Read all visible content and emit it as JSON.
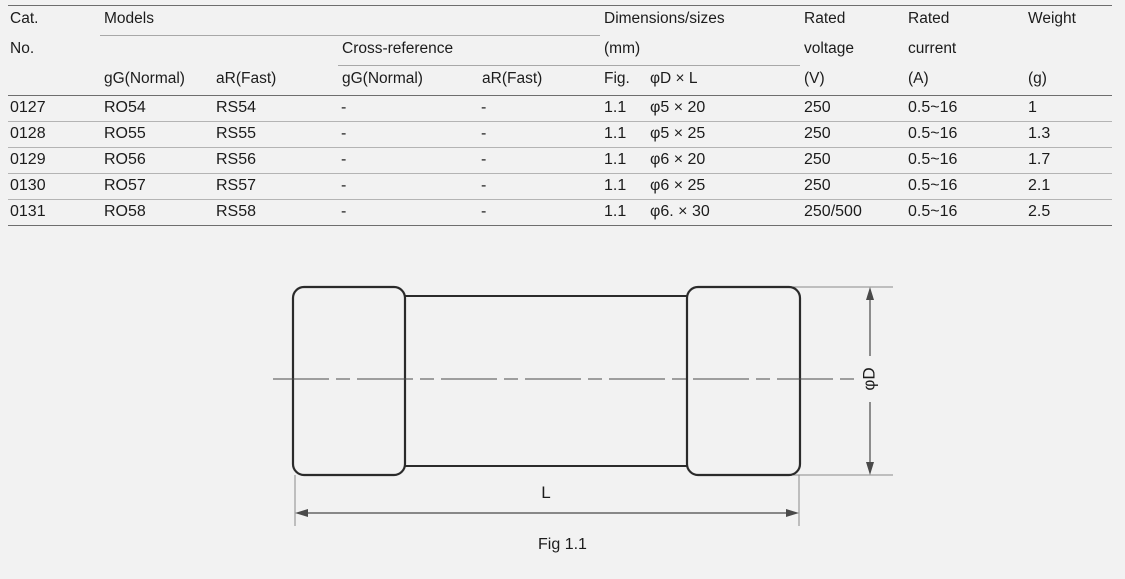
{
  "table": {
    "header": {
      "cat_no_line1": "Cat.",
      "cat_no_line2": "No.",
      "models": "Models",
      "cross_reference": "Cross-reference",
      "models_gg": "gG(Normal)",
      "models_ar": "aR(Fast)",
      "xref_gg": "gG(Normal)",
      "xref_ar": "aR(Fast)",
      "dimensions_line1": "Dimensions/sizes",
      "dimensions_line2": "(mm)",
      "fig": "Fig.",
      "dim_spec": "φD × L",
      "rated_voltage_line1": "Rated",
      "rated_voltage_line2": "voltage",
      "rated_voltage_unit": "(V)",
      "rated_current_line1": "Rated",
      "rated_current_line2": "current",
      "rated_current_unit": "(A)",
      "weight_line1": "Weight",
      "weight_unit": "(g)"
    },
    "rows": [
      {
        "cat_no": "0127",
        "models_gg": "RO54",
        "models_ar": "RS54",
        "xref_gg": "-",
        "xref_ar": "-",
        "fig": "1.1",
        "dim": "φ5 × 20",
        "voltage": "250",
        "current": "0.5~16",
        "weight": "1"
      },
      {
        "cat_no": "0128",
        "models_gg": "RO55",
        "models_ar": "RS55",
        "xref_gg": "-",
        "xref_ar": "-",
        "fig": "1.1",
        "dim": "φ5 × 25",
        "voltage": "250",
        "current": "0.5~16",
        "weight": "1.3"
      },
      {
        "cat_no": "0129",
        "models_gg": "RO56",
        "models_ar": "RS56",
        "xref_gg": "-",
        "xref_ar": "-",
        "fig": "1.1",
        "dim": "φ6 × 20",
        "voltage": "250",
        "current": "0.5~16",
        "weight": "1.7"
      },
      {
        "cat_no": "0130",
        "models_gg": "RO57",
        "models_ar": "RS57",
        "xref_gg": "-",
        "xref_ar": "-",
        "fig": "1.1",
        "dim": "φ6 × 25",
        "voltage": "250",
        "current": "0.5~16",
        "weight": "2.1"
      },
      {
        "cat_no": "0131",
        "models_gg": "RO58",
        "models_ar": "RS58",
        "xref_gg": "-",
        "xref_ar": "-",
        "fig": "1.1",
        "dim": "φ6. × 30",
        "voltage": "250/500",
        "current": "0.5~16",
        "weight": "2.5"
      }
    ]
  },
  "drawing": {
    "caption": "Fig 1.1",
    "diameter_label": "φD",
    "length_label": "L"
  },
  "colors": {
    "background": "#f2f2f2",
    "text": "#1c1c1c",
    "rule_heavy": "#6e6e6e",
    "rule_thin": "#b4b4b4",
    "outline": "#2b2b2b",
    "dimension_line": "#4a4a4a"
  }
}
